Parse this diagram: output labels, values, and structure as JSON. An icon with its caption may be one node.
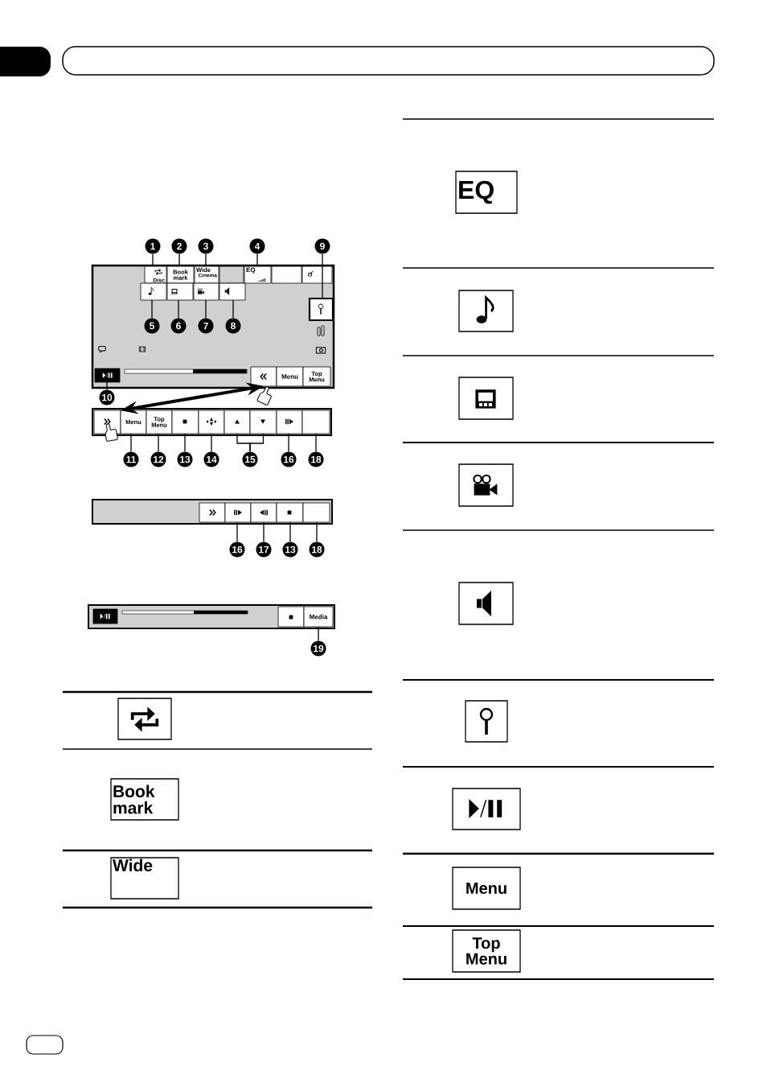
{
  "diagram": {
    "nodes": [
      {
        "text": [],
        "shape": "box"
      },
      {
        "text": [
          "Disc"
        ],
        "in": 0
      },
      {
        "text": [
          "Book mark"
        ],
        "in": 0
      },
      {
        "text": [
          "Wide",
          "Cinema"
        ],
        "in": 0
      },
      {
        "text": [],
        "shape": "box",
        "in": 0
      },
      {
        "text": [
          "EQ"
        ],
        "in": 0
      },
      {
        "text": [],
        "shape": "box",
        "in": 0
      },
      {
        "text": [],
        "shape": "box",
        "in": 0
      },
      {
        "text": [],
        "shape": "box",
        "in": 0
      },
      {
        "text": [],
        "shape": "box",
        "in": 0
      },
      {
        "text": [],
        "shape": "box",
        "in": 0
      },
      {
        "text": [],
        "shape": "box",
        "in": 0
      },
      {
        "text": [],
        "shape": "box",
        "in": 0
      },
      {
        "text": [],
        "shape": "box",
        "in": 0
      },
      {
        "text": [],
        "shape": "box",
        "in": 0
      },
      {
        "text": [
          "Menu"
        ],
        "in": 0
      },
      {
        "text": [
          "Top Menu"
        ],
        "in": 0
      },
      {
        "text": [],
        "shape": "box"
      },
      {
        "text": [],
        "shape": "box",
        "in": 17
      },
      {
        "text": [
          "Menu"
        ],
        "in": 17
      },
      {
        "text": [
          "Top Menu"
        ],
        "in": 17
      },
      {
        "text": [],
        "shape": "box",
        "in": 17
      },
      {
        "text": [],
        "shape": "box",
        "in": 17
      },
      {
        "text": [],
        "shape": "box",
        "in": 17
      },
      {
        "text": [],
        "shape": "box",
        "in": 17
      },
      {
        "text": [],
        "shape": "box",
        "in": 17
      },
      {
        "text": [],
        "shape": "box",
        "in": 17
      },
      {
        "text": [],
        "shape": "box"
      },
      {
        "text": [],
        "shape": "box",
        "in": 27
      },
      {
        "text": [],
        "shape": "box",
        "in": 27
      },
      {
        "text": [],
        "shape": "box",
        "in": 27
      },
      {
        "text": [],
        "shape": "box",
        "in": 27
      },
      {
        "text": [],
        "shape": "box",
        "in": 27
      },
      {
        "text": [],
        "shape": "box"
      },
      {
        "text": [],
        "shape": "box",
        "in": 33
      },
      {
        "text": [],
        "shape": "box",
        "in": 33
      },
      {
        "text": [
          "Media"
        ],
        "in": 33
      },
      {
        "text": [
          "1"
        ]
      },
      {
        "text": [
          "2"
        ]
      },
      {
        "text": [
          "3"
        ]
      },
      {
        "text": [
          "4"
        ]
      },
      {
        "text": [
          "9"
        ]
      },
      {
        "text": [
          "5"
        ],
        "in": 0
      },
      {
        "text": [
          "6"
        ],
        "in": 0
      },
      {
        "text": [
          "7"
        ],
        "in": 0
      },
      {
        "text": [
          "8"
        ],
        "in": 0
      },
      {
        "text": [
          "10"
        ]
      },
      {
        "text": [
          "11"
        ]
      },
      {
        "text": [
          "12"
        ]
      },
      {
        "text": [
          "13"
        ]
      },
      {
        "text": [
          "14"
        ]
      },
      {
        "text": [
          "15"
        ]
      },
      {
        "text": [
          "16"
        ]
      },
      {
        "text": [
          "18"
        ]
      },
      {
        "text": [
          "16"
        ]
      },
      {
        "text": [
          "17"
        ]
      },
      {
        "text": [
          "13"
        ]
      },
      {
        "text": [
          "18"
        ]
      },
      {
        "text": [
          "19"
        ]
      },
      {
        "text": [],
        "shape": "box"
      },
      {
        "text": [
          "Book mark"
        ]
      },
      {
        "text": [
          "Wide"
        ]
      },
      {
        "text": [
          "EQ"
        ]
      },
      {
        "text": [],
        "shape": "box"
      },
      {
        "text": [],
        "shape": "box"
      },
      {
        "text": [],
        "shape": "box"
      },
      {
        "text": [],
        "shape": "box"
      },
      {
        "text": [],
        "shape": "box"
      },
      {
        "text": [],
        "shape": "box"
      },
      {
        "text": [
          "Menu"
        ]
      },
      {
        "text": [
          "Top Menu"
        ]
      }
    ],
    "edges": [
      {
        "from": 14,
        "to": 18,
        "arrow": "both",
        "style": "thick"
      },
      {
        "from": 37,
        "to": 1,
        "arrow": "none"
      },
      {
        "from": 38,
        "to": 2,
        "arrow": "none"
      },
      {
        "from": 39,
        "to": 3,
        "arrow": "none"
      },
      {
        "from": 40,
        "to": 5,
        "arrow": "none"
      },
      {
        "from": 41,
        "to": 12,
        "arrow": "none"
      },
      {
        "from": 42,
        "to": 8,
        "arrow": "none"
      },
      {
        "from": 43,
        "to": 9,
        "arrow": "none"
      },
      {
        "from": 44,
        "to": 10,
        "arrow": "none"
      },
      {
        "from": 45,
        "to": 11,
        "arrow": "none"
      },
      {
        "from": 46,
        "to": 13,
        "arrow": "none"
      },
      {
        "from": 47,
        "to": 19,
        "arrow": "none"
      },
      {
        "from": 48,
        "to": 20,
        "arrow": "none"
      },
      {
        "from": 49,
        "to": 21,
        "arrow": "none"
      },
      {
        "from": 50,
        "to": 22,
        "arrow": "none"
      },
      {
        "from": 51,
        "to": 23,
        "arrow": "none"
      },
      {
        "from": 51,
        "to": 24,
        "arrow": "none"
      },
      {
        "from": 52,
        "to": 25,
        "arrow": "none"
      },
      {
        "from": 53,
        "to": 26,
        "arrow": "none"
      },
      {
        "from": 54,
        "to": 29,
        "arrow": "none"
      },
      {
        "from": 55,
        "to": 30,
        "arrow": "none"
      },
      {
        "from": 56,
        "to": 31,
        "arrow": "none"
      },
      {
        "from": 57,
        "to": 32,
        "arrow": "none"
      },
      {
        "from": 58,
        "to": 36,
        "arrow": "none"
      }
    ]
  }
}
